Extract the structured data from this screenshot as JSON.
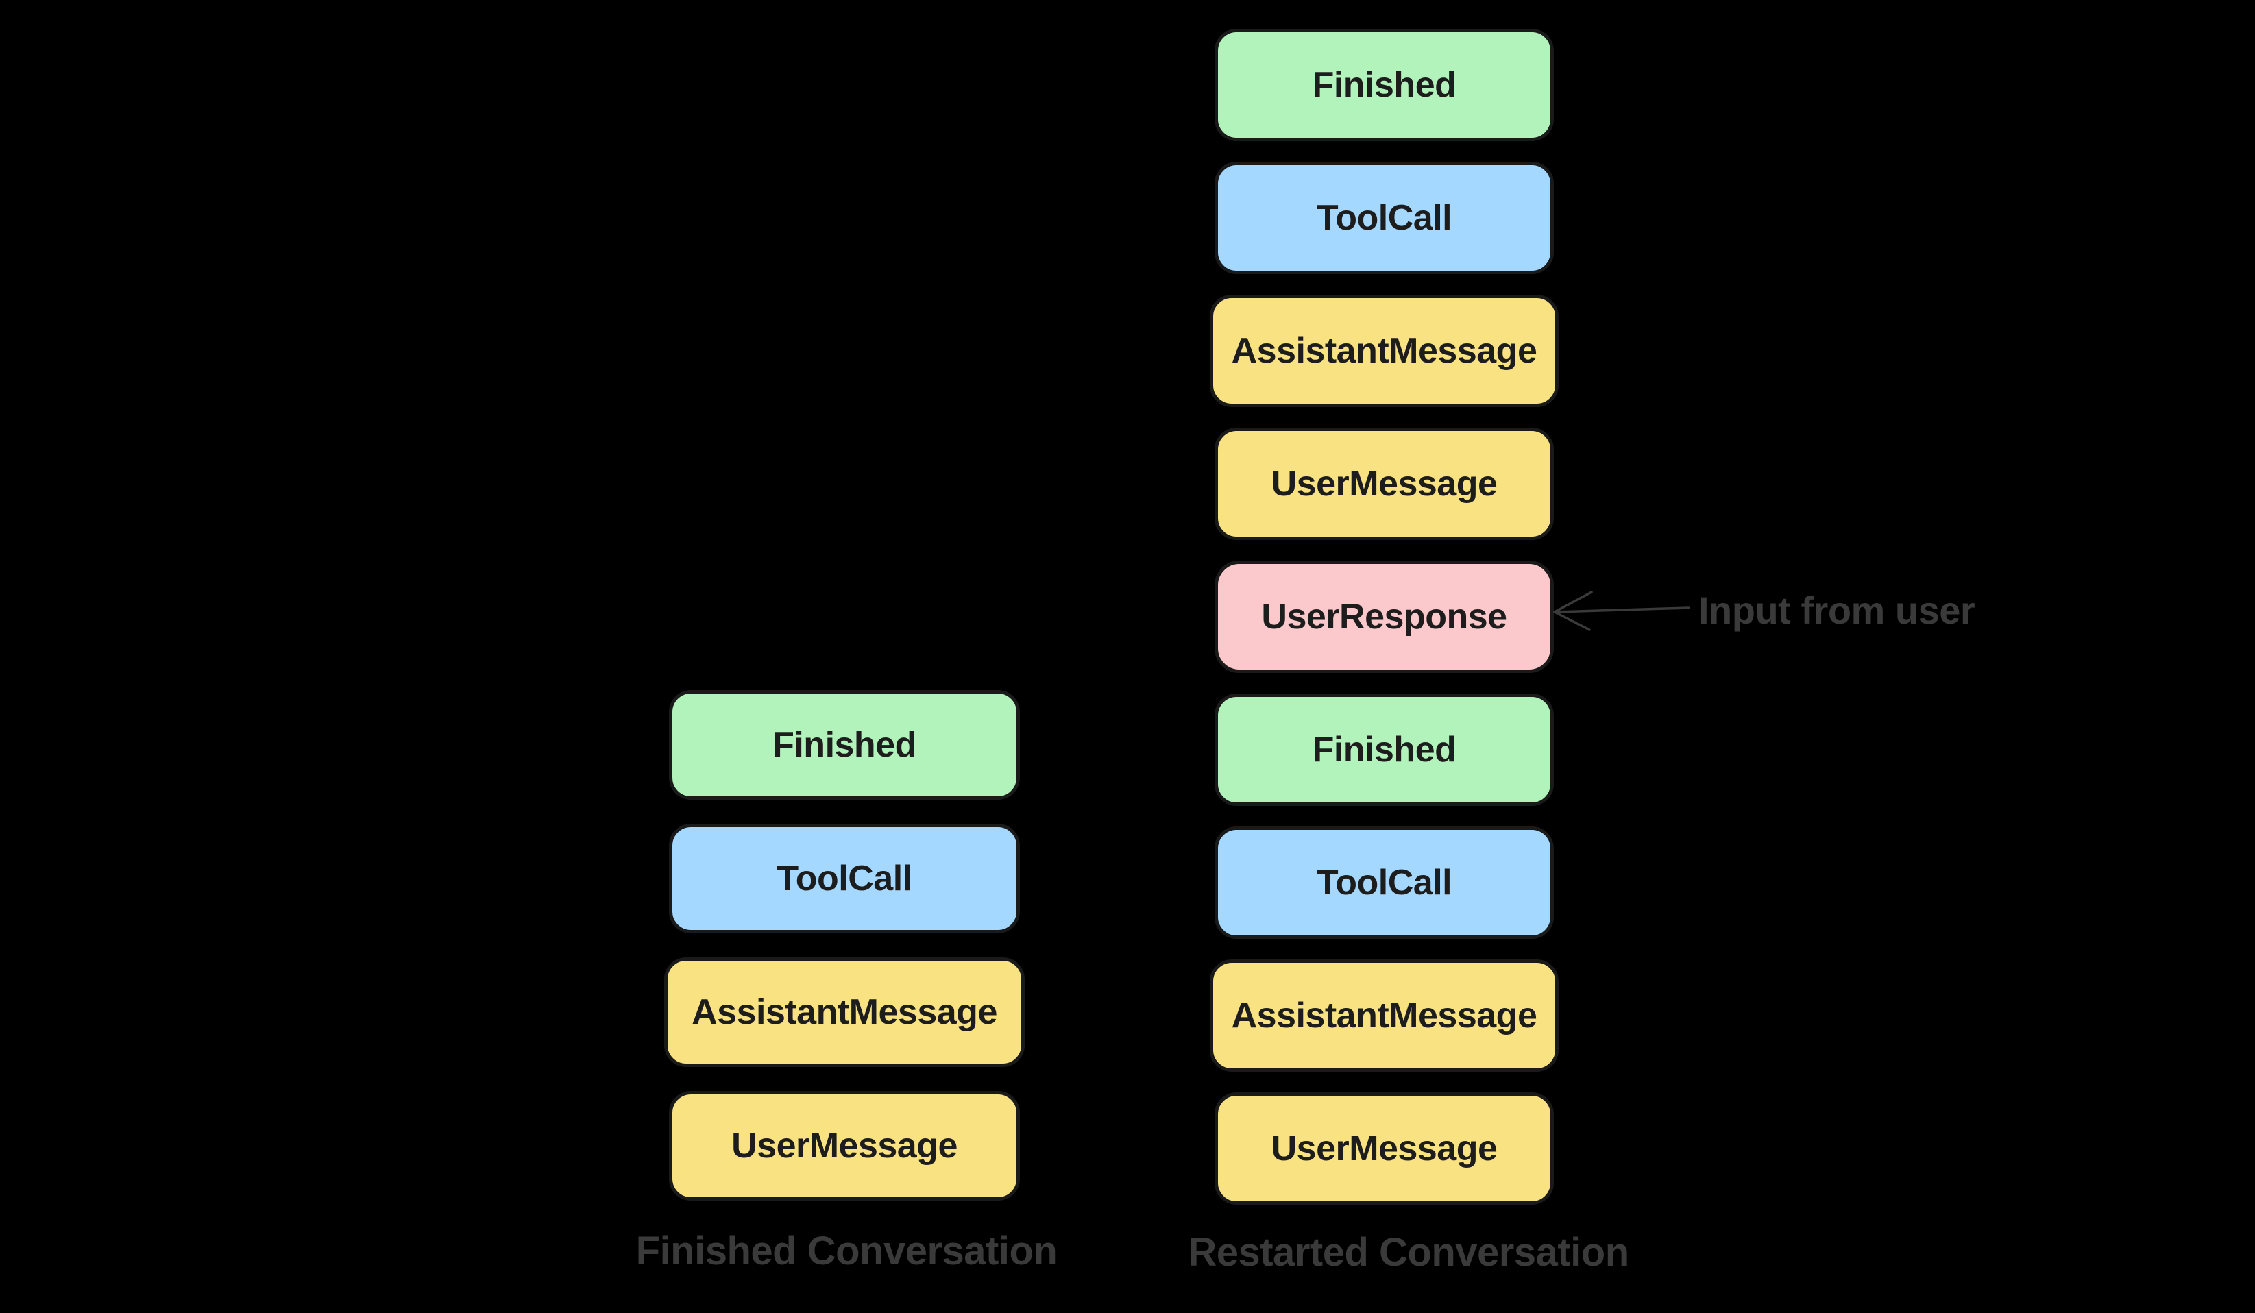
{
  "canvas": {
    "background": "#000000"
  },
  "colors": {
    "green": "#b2f2bb",
    "blue": "#a5d8ff",
    "yellow": "#f8e282",
    "pink": "#fbc9cb",
    "stroke": "#1a1a1a",
    "block_text": "#1d1d1d",
    "muted_text": "#3a3a3a"
  },
  "stacks": [
    {
      "id": "finished-conversation",
      "label": "Finished Conversation",
      "blocks": [
        {
          "label": "Finished",
          "color": "green"
        },
        {
          "label": "ToolCall",
          "color": "blue"
        },
        {
          "label": "AssistantMessage",
          "color": "yellow"
        },
        {
          "label": "UserMessage",
          "color": "yellow"
        }
      ]
    },
    {
      "id": "restarted-conversation",
      "label": "Restarted Conversation",
      "blocks": [
        {
          "label": "Finished",
          "color": "green"
        },
        {
          "label": "ToolCall",
          "color": "blue"
        },
        {
          "label": "AssistantMessage",
          "color": "yellow"
        },
        {
          "label": "UserMessage",
          "color": "yellow"
        },
        {
          "label": "UserResponse",
          "color": "pink"
        },
        {
          "label": "Finished",
          "color": "green"
        },
        {
          "label": "ToolCall",
          "color": "blue"
        },
        {
          "label": "AssistantMessage",
          "color": "yellow"
        },
        {
          "label": "UserMessage",
          "color": "yellow"
        }
      ]
    }
  ],
  "annotation": {
    "label": "Input from user",
    "target": "UserResponse"
  }
}
